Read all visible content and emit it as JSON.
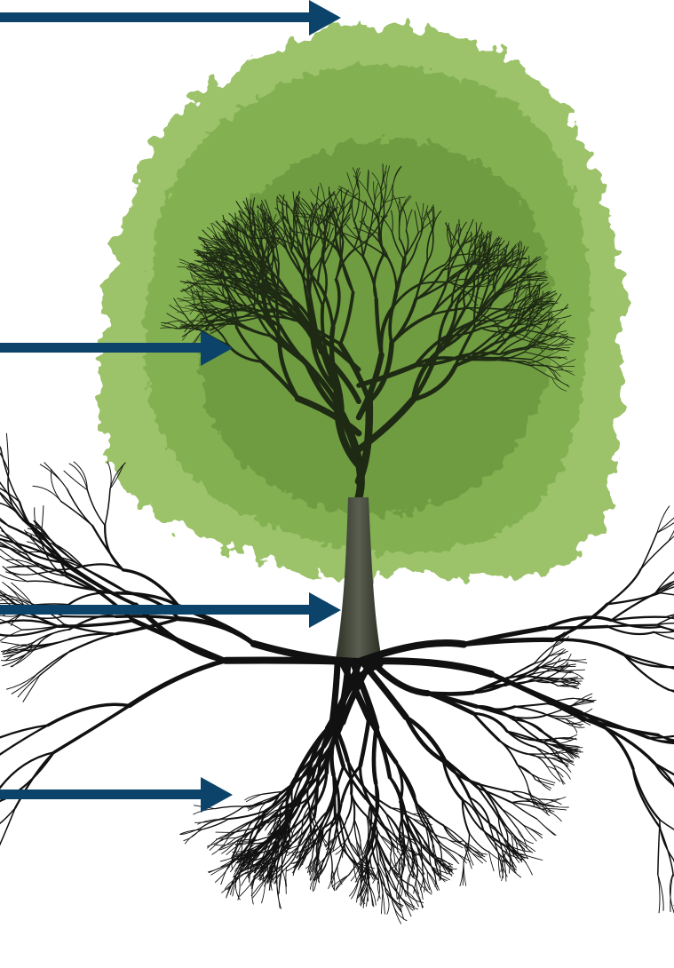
{
  "diagram": {
    "subject": "tree",
    "colors": {
      "arrow": "#0b436a",
      "canopy_light": "#9cc26b",
      "canopy_mid": "#7fae4e",
      "canopy_dark": "#5f8d34",
      "branch": "#1e2a14",
      "trunk": "#3a4030",
      "root": "#111111",
      "background": "#ffffff"
    },
    "pointers": [
      {
        "id": "arrow-canopy-top",
        "label": ""
      },
      {
        "id": "arrow-canopy-branches",
        "label": ""
      },
      {
        "id": "arrow-trunk",
        "label": ""
      },
      {
        "id": "arrow-roots",
        "label": ""
      }
    ]
  }
}
